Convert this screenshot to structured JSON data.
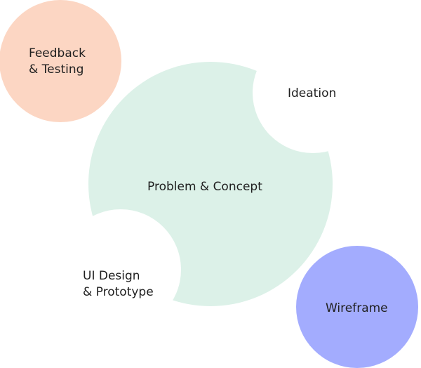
{
  "diagram": {
    "nodes": {
      "feedback_testing": {
        "lines": [
          "Feedback",
          "& Testing"
        ],
        "color": "#fcd6c3"
      },
      "ideation": {
        "lines": [
          "Ideation"
        ],
        "color": "#ffffff"
      },
      "problem_concept": {
        "lines": [
          "Problem & Concept"
        ],
        "color": "#dcf1e8"
      },
      "ui_design_prototype": {
        "lines": [
          "UI Design",
          "& Prototype"
        ],
        "color": "#ffffff"
      },
      "wireframe": {
        "lines": [
          "Wireframe"
        ],
        "color": "#a3acfe"
      }
    }
  }
}
